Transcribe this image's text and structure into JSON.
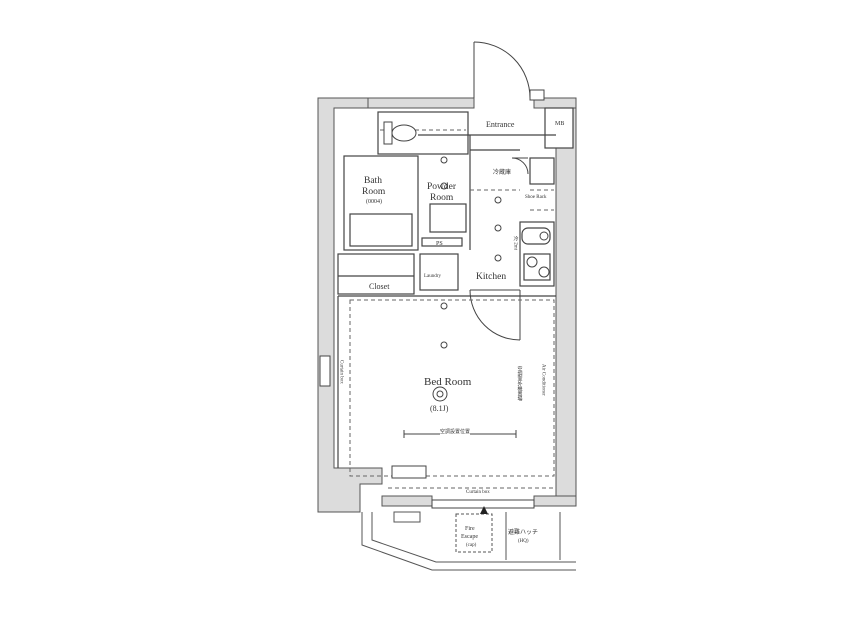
{
  "rooms": {
    "entrance": "Entrance",
    "mbox": "MB",
    "bath_line1": "Bath",
    "bath_line2": "Room",
    "bath_size": "(0004)",
    "powder_line1": "Powder",
    "powder_line2": "Room",
    "fridge": "冷蔵庫",
    "kitchen": "Kitchen",
    "laundry": "Laundry",
    "closet": "Closet",
    "bedroom": "Bed Room",
    "bedroom_size": "(8.1J)",
    "pipe_space": "PS",
    "stove": "冷 2mt",
    "rack": "Shoe Rack"
  },
  "annotations": {
    "bedroom_rail": "空調設置位置",
    "curtain_left": "Curtain box",
    "curtain_right": "Curtain box",
    "right_wall": "Air Conditioner",
    "mid_wall": "空調室外機置場",
    "fire_escape_1": "Fire",
    "fire_escape_2": "Escape",
    "fire_escape_3": "(cap)",
    "balcony_right": "避難ハッチ",
    "balcony_right_2": "(HQ)"
  },
  "colors": {
    "wall": "#d9d9d9",
    "wall_stroke": "#555555",
    "line": "#333333",
    "dashed": "#666666"
  }
}
